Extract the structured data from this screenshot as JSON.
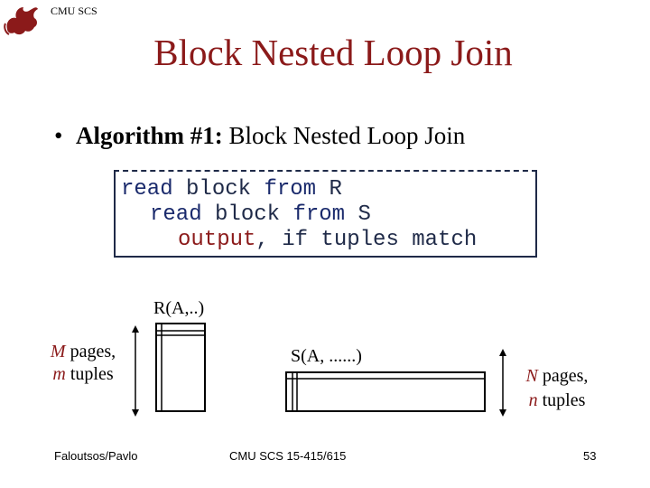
{
  "header": {
    "org": "CMU SCS",
    "logo_icon": "griffin-logo-icon"
  },
  "slide": {
    "title": "Block Nested Loop Join",
    "bullet_bold": "Algorithm #1:",
    "bullet_rest": " Block Nested Loop Join"
  },
  "code": {
    "line1_kw": "read",
    "line1_mid": " block ",
    "line1_kw2": "from",
    "line1_rest": " R",
    "line2_kw": "read",
    "line2_mid": " block ",
    "line2_kw2": "from",
    "line2_rest": " S",
    "line3_red": "output",
    "line3_rest": ", if tuples match"
  },
  "diagram": {
    "r_label": "R(A,..)",
    "s_label": "S(A, ......)",
    "m_var": "M",
    "m_pages": " pages,",
    "m_var2": "m",
    "m_tuples": " tuples",
    "n_var": "N",
    "n_pages": " pages,",
    "n_var2": "n",
    "n_tuples": " tuples"
  },
  "footer": {
    "left": "Faloutsos/Pavlo",
    "center": "CMU SCS 15-415/615",
    "page": "53"
  },
  "colors": {
    "title": "#8b1a1a",
    "code": "#1f2a48"
  }
}
